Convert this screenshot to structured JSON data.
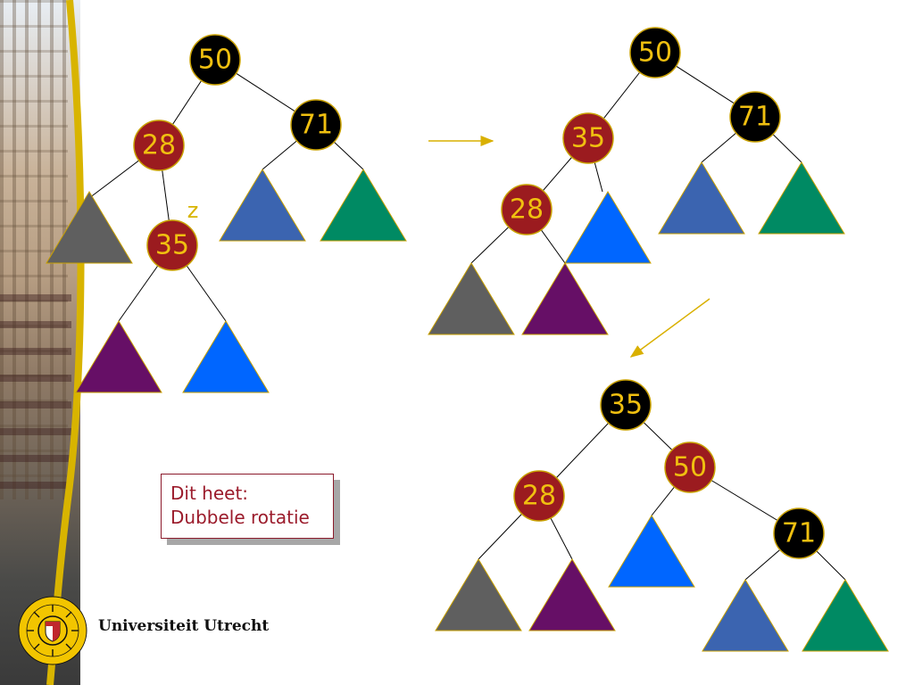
{
  "trees": {
    "initial": {
      "nodes": [
        {
          "key": "50",
          "color": "black"
        },
        {
          "key": "28",
          "color": "red"
        },
        {
          "key": "71",
          "color": "black"
        },
        {
          "key": "35",
          "color": "red"
        }
      ],
      "marker": "z"
    },
    "after_first_rotation": {
      "nodes": [
        {
          "key": "50",
          "color": "black"
        },
        {
          "key": "35",
          "color": "red"
        },
        {
          "key": "71",
          "color": "black"
        },
        {
          "key": "28",
          "color": "red"
        }
      ]
    },
    "after_second_rotation": {
      "nodes": [
        {
          "key": "35",
          "color": "black"
        },
        {
          "key": "28",
          "color": "red"
        },
        {
          "key": "50",
          "color": "red"
        },
        {
          "key": "71",
          "color": "black"
        }
      ]
    }
  },
  "note": {
    "line1": "Dit heet:",
    "line2": "Dubbele rotatie"
  },
  "footer": {
    "university": "Universiteit Utrecht"
  },
  "colors": {
    "red_node": "#9b1b1f",
    "black_node": "#000000",
    "node_text": "#f0c010",
    "node_border": "#c8a000",
    "subtree_gray": "#5f5f5f",
    "subtree_purple": "#660f66",
    "subtree_blue": "#0066ff",
    "subtree_steel_blue": "#3b64b0",
    "subtree_teal": "#008a63",
    "arrow": "#d9b000",
    "accent_gold": "#d8b400"
  }
}
